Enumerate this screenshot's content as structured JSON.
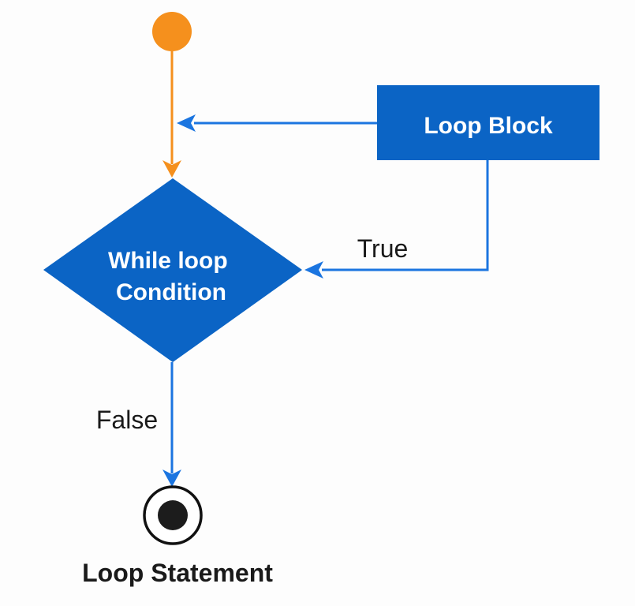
{
  "diagram": {
    "type": "flowchart",
    "nodes": {
      "start": {
        "kind": "start-circle"
      },
      "loop_block": {
        "label": "Loop Block"
      },
      "condition": {
        "label": "While loop Condition",
        "lines": [
          "While loop",
          "Condition"
        ]
      },
      "end": {
        "kind": "end-circle",
        "label": "Loop Statement"
      }
    },
    "edges": {
      "true_label": "True",
      "false_label": "False"
    }
  },
  "colors": {
    "background": "#fdfdfd",
    "start_orange": "#f5901d",
    "shape_blue": "#0b64c5",
    "arrow_blue": "#1b75e0",
    "node_text": "#ffffff",
    "label_text": "#1a1a1a",
    "end_ring": "#111111",
    "end_dot": "#1c1c1c"
  }
}
